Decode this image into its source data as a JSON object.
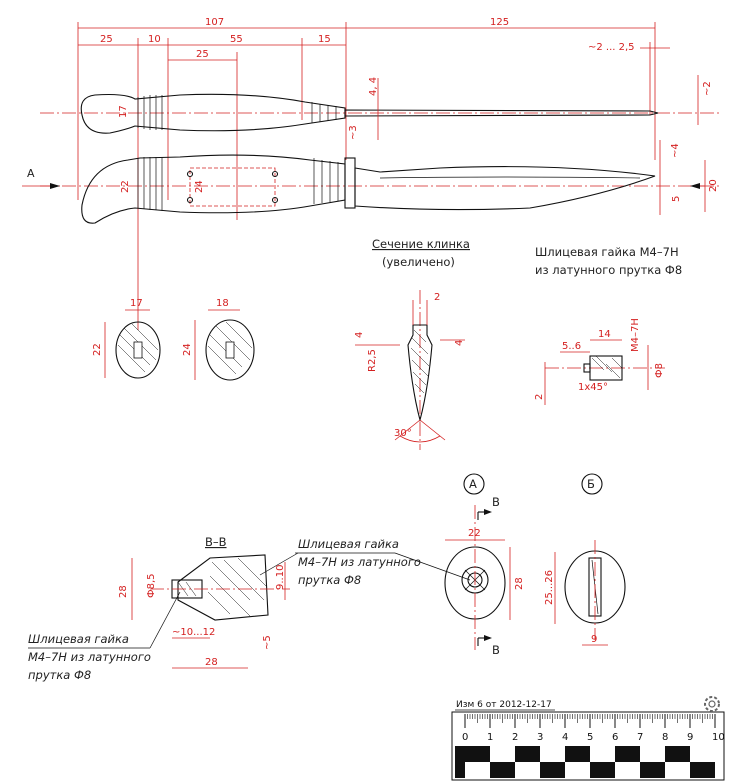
{
  "view_label_a_arrow": "A",
  "dims_top": {
    "d107": "107",
    "d125": "125",
    "d25a": "25",
    "d10": "10",
    "d55": "55",
    "d15": "15",
    "d25b": "25",
    "d2_25": "~2 ... 2,5",
    "d4_4": "4, 4",
    "d17": "17",
    "d3": "~3",
    "d2": "~2",
    "d22": "22",
    "d24": "24",
    "d4": "~4",
    "d5": "5",
    "d20": "20"
  },
  "blade_section": {
    "title": "Сечение клинка",
    "subtitle": "(увеличено)",
    "d2": "2",
    "d4a": "4",
    "d4b": "4",
    "r25": "R2,5",
    "angle": "30°"
  },
  "nut_detail": {
    "title_line1": "Шлицевая гайка М4–7Н",
    "title_line2": "из латунного прутка Ф8",
    "d14": "14",
    "d56": "5..6",
    "thread": "М4–7Н",
    "d8": "Ф8",
    "chamfer": "1х45°",
    "d2": "2"
  },
  "sections_mid": {
    "s1_w": "17",
    "s1_h": "22",
    "s2_w": "18",
    "s2_h": "24"
  },
  "section_bb": {
    "title": "В–В",
    "d85": "Ф8,5",
    "d28": "28",
    "d910": "9..10",
    "d1012": "~10...12",
    "d5": "~5",
    "d28b": "28",
    "note_right_l1": "Шлицевая гайка",
    "note_right_l2": "М4–7Н из латунного",
    "note_right_l3": "прутка Ф8",
    "note_left_l1": "Шлицевая гайка",
    "note_left_l2": "М4–7Н из латунного",
    "note_left_l3": "прутка Ф8"
  },
  "view_a": {
    "label": "А",
    "d22": "22",
    "d28": "28",
    "cut_top": "В",
    "cut_bottom": "В"
  },
  "view_b": {
    "label": "Б",
    "d2526": "25...26",
    "d9": "9"
  },
  "ruler": {
    "revision": "Изм 6  от  2012-12-17",
    "ticks": [
      "0",
      "1",
      "2",
      "3",
      "4",
      "5",
      "6",
      "7",
      "8",
      "9",
      "10"
    ]
  },
  "gear_icon": "gear-icon"
}
